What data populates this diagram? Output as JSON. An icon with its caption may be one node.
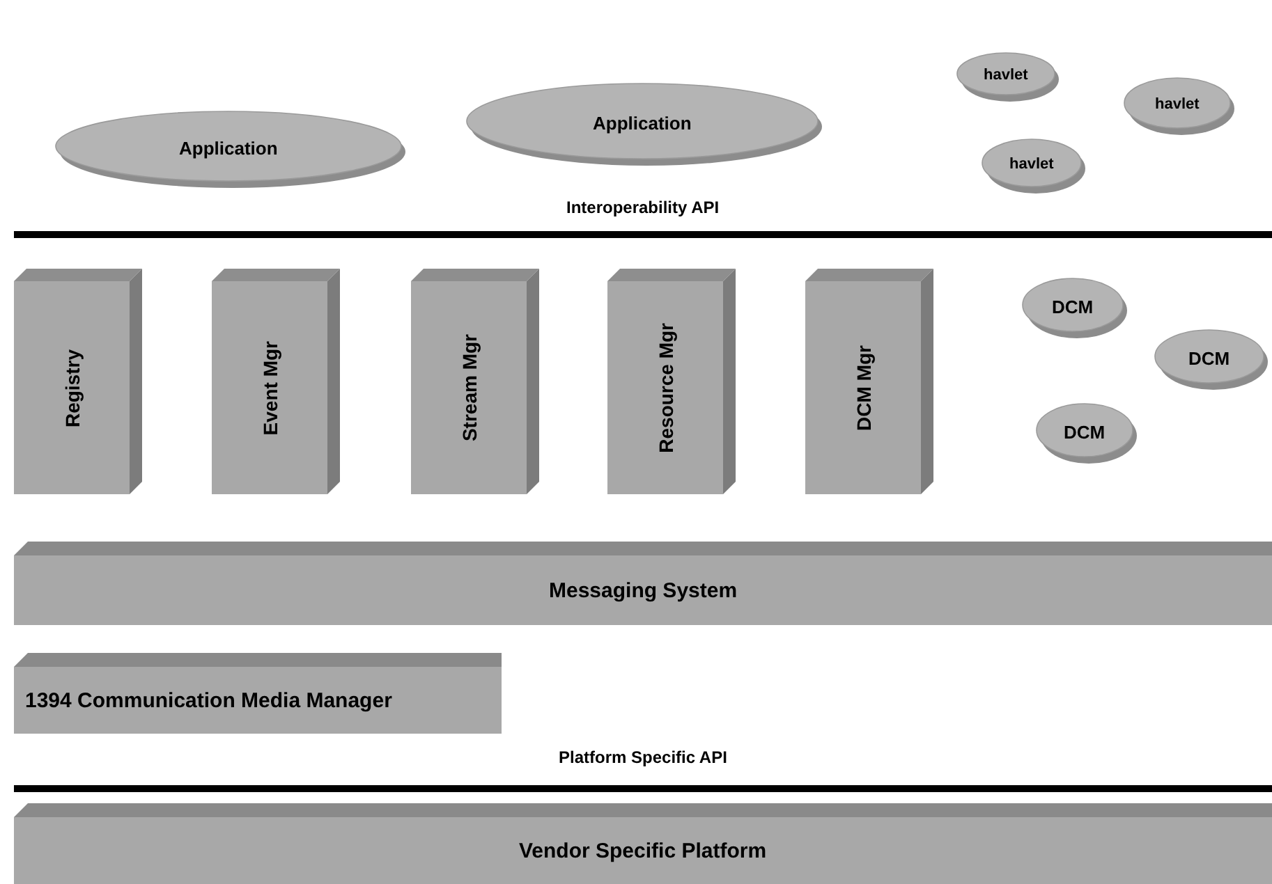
{
  "diagram": {
    "nodes": [
      {
        "text": [
          "Application"
        ]
      },
      {
        "text": [
          "Application"
        ]
      },
      {
        "text": [
          "havlet"
        ]
      },
      {
        "text": [
          "havlet"
        ]
      },
      {
        "text": [
          "havlet"
        ]
      },
      {
        "text": [
          "Interoperability API"
        ]
      },
      {
        "text": [
          "Registry"
        ]
      },
      {
        "text": [
          "Event Mgr"
        ]
      },
      {
        "text": [
          "Stream Mgr"
        ]
      },
      {
        "text": [
          "Resource Mgr"
        ]
      },
      {
        "text": [
          "DCM Mgr"
        ]
      },
      {
        "text": [
          "DCM"
        ]
      },
      {
        "text": [
          "DCM"
        ]
      },
      {
        "text": [
          "DCM"
        ]
      },
      {
        "text": [
          "Messaging System"
        ]
      },
      {
        "text": [
          "1394 Communication Media Manager"
        ]
      },
      {
        "text": [
          "Platform Specific API"
        ]
      },
      {
        "text": [
          "Vendor Specific Platform"
        ]
      }
    ]
  }
}
